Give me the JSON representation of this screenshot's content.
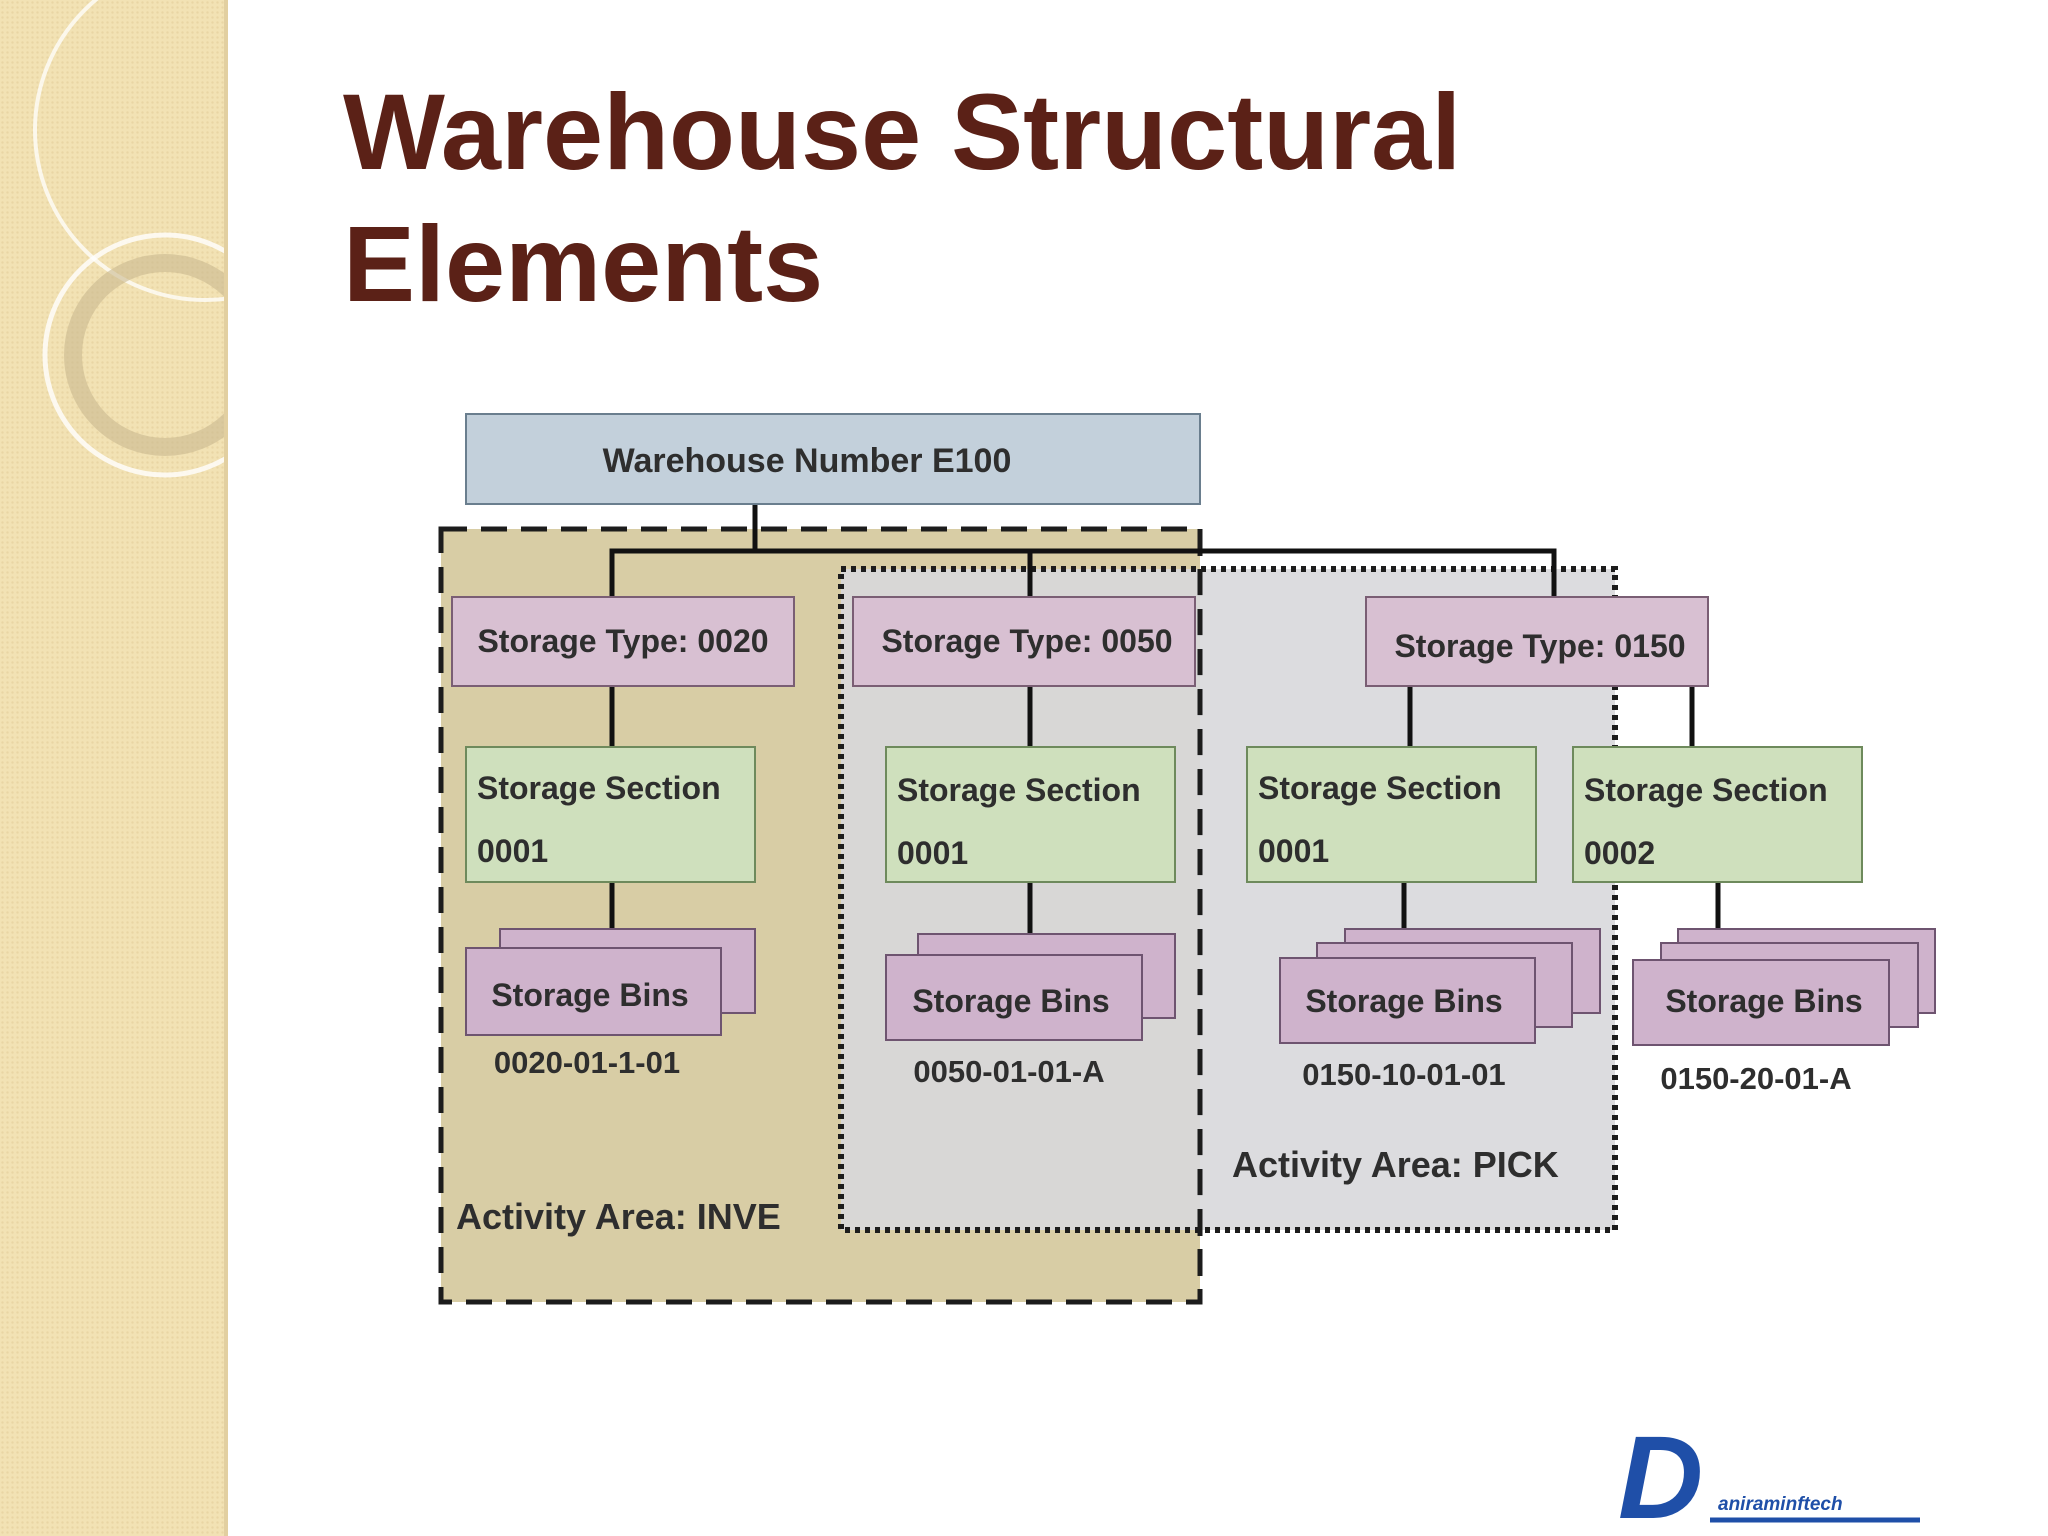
{
  "slide": {
    "title_line1": "Warehouse Structural",
    "title_line2": "Elements"
  },
  "diagram": {
    "warehouse": "Warehouse Number E100",
    "storage_types": {
      "t0020": "Storage Type: 0020",
      "t0050": "Storage Type: 0050",
      "t0150": "Storage Type: 0150"
    },
    "section_label": "Storage Section",
    "sections": {
      "s0020": "0001",
      "s0050": "0001",
      "s0150a": "0001",
      "s0150b": "0002"
    },
    "bins_label": "Storage Bins",
    "bins": {
      "b0020": "0020-01-1-01",
      "b0050": "0050-01-01-A",
      "b0150a": "0150-10-01-01",
      "b0150b": "0150-20-01-A"
    },
    "activity_areas": {
      "inve": "Activity Area: INVE",
      "pick": "Activity Area: PICK"
    }
  },
  "logo": {
    "letter": "D",
    "text": "aniraminftech"
  },
  "colors": {
    "title": "#5b2117",
    "warehouse_box": "#c3d0db",
    "storage_type_box": "#d8c0d2",
    "storage_section_box": "#cfe0bd",
    "storage_bin_box": "#cfb3cc",
    "area_inve": "#d8cda5",
    "area_pick": "#d8d8dc",
    "logo": "#1f4fa8"
  }
}
